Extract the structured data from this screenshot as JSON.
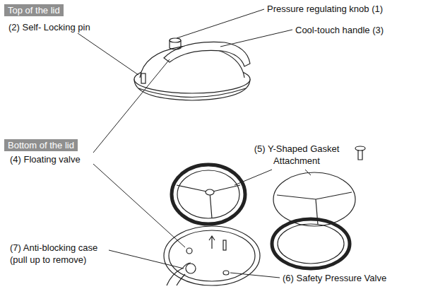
{
  "diagram": {
    "nodes": [
      {
        "text": [
          "Top of the lid"
        ]
      },
      {
        "text": [
          "Bottom of the lid"
        ]
      }
    ],
    "labels": [
      "Pressure regulating knob (1)",
      "(2) Self- Locking pin",
      "Cool-touch handle (3)",
      "(4) Floating valve",
      "(5) Y-Shaped Gasket Attachment",
      "(7) Anti-blocking case (pull up to remove)",
      "(6) Safety Pressure Valve"
    ]
  }
}
